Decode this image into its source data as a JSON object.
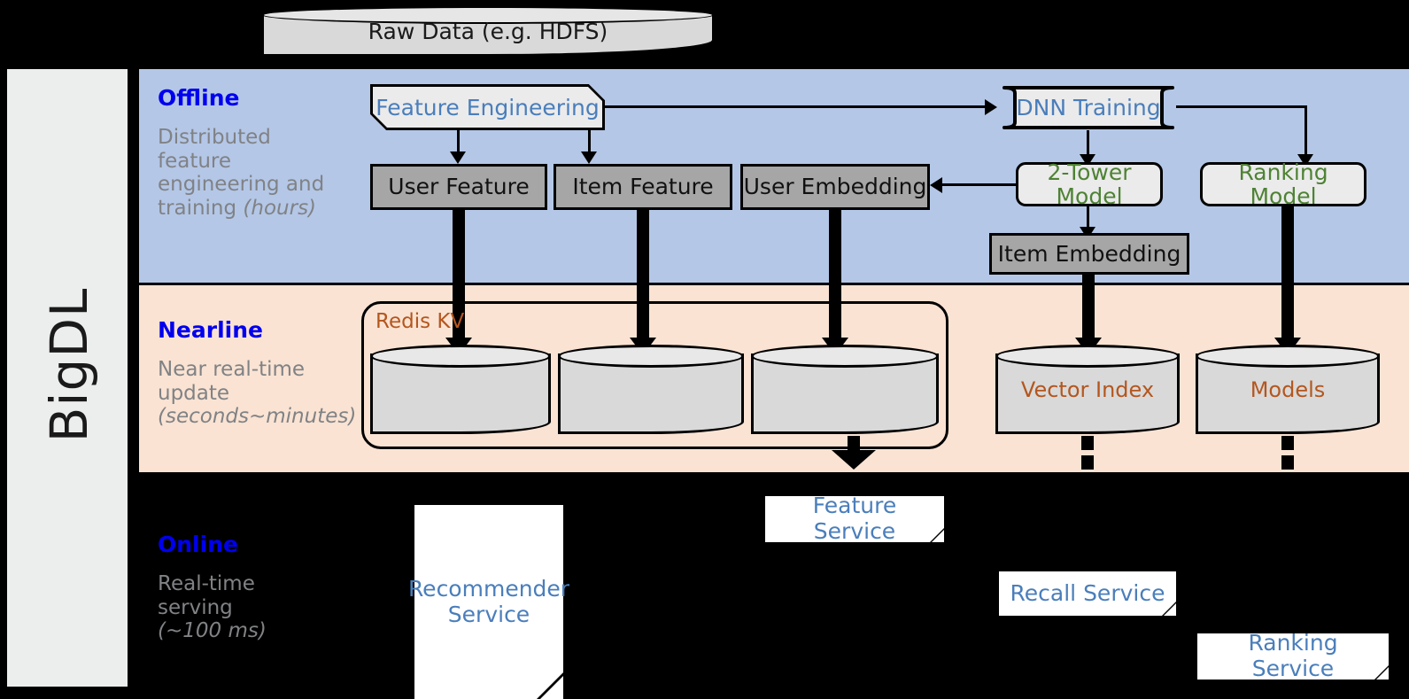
{
  "framework": {
    "name": "BigDL"
  },
  "top_source": {
    "label": "Raw Data (e.g. HDFS)"
  },
  "bands": [
    {
      "id": "offline",
      "title": "Offline",
      "subtitle_line1": "Distributed",
      "subtitle_line2": "feature",
      "subtitle_line3": "engineering and",
      "subtitle_line4": "training ",
      "subtitle_em": "(hours)",
      "bg_color": "#b4c7e7"
    },
    {
      "id": "nearline",
      "title": "Nearline",
      "subtitle_line1": "Near real-time",
      "subtitle_line2": "update",
      "subtitle_em": "(seconds~minutes)",
      "bg_color": "#fae3d3"
    },
    {
      "id": "online",
      "title": "Online",
      "subtitle_line1": "Real-time",
      "subtitle_line2": "serving",
      "subtitle_em": "(~100 ms)",
      "bg_color": "#000000"
    }
  ],
  "offline": {
    "feature_engineering": "Feature Engineering",
    "dnn_training": "DNN Training",
    "user_feature": "User Feature",
    "item_feature": "Item Feature",
    "user_embedding": "User Embedding",
    "two_tower_model": "2-Tower Model",
    "ranking_model": "Ranking Model",
    "item_embedding": "Item Embedding"
  },
  "nearline": {
    "redis_kv": "Redis KV",
    "store_1": "",
    "store_2": "",
    "store_3": "",
    "vector_index": "Vector Index",
    "models": "Models"
  },
  "online": {
    "recommender_service": "Recommender Service",
    "feature_service": "Feature Service",
    "recall_service": "Recall Service",
    "ranking_service": "Ranking Service"
  },
  "colors": {
    "title_blue": "#0000ee",
    "node_blue": "#4a7ebb",
    "node_green": "#4e8234",
    "store_orange": "#b4561e",
    "gray_fill": "#a6a6a6",
    "light_fill": "#ebebeb",
    "offline_bg": "#b4c7e7",
    "nearline_bg": "#fae3d3",
    "rail_bg": "#eceded"
  }
}
